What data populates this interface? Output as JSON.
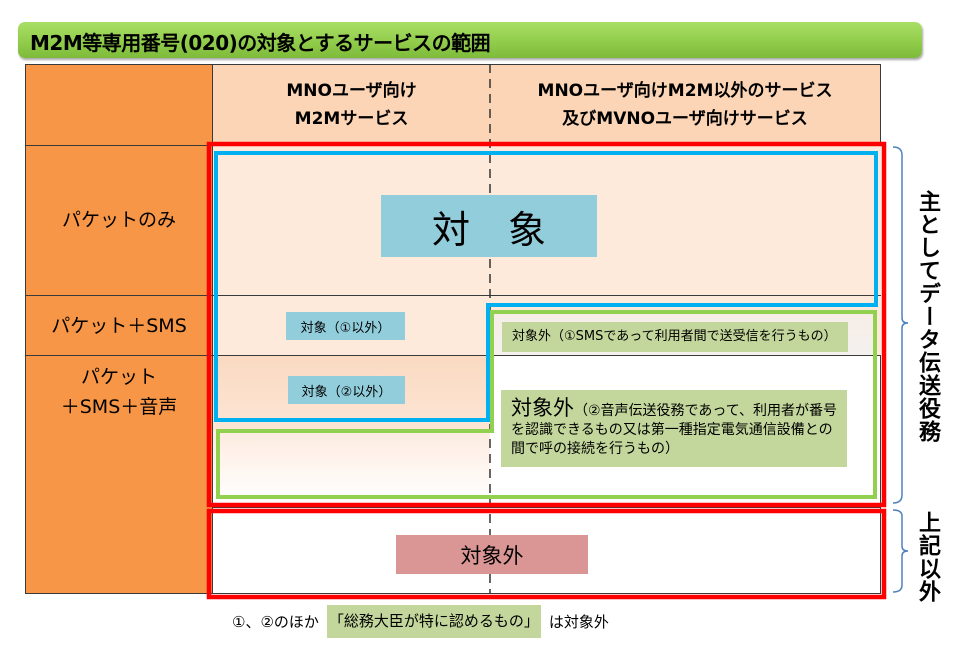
{
  "title": "M2M等専用番号(020)の対象とするサービスの範囲",
  "columns": [
    {
      "line1": "MNOユーザ向け",
      "line2": "M2Mサービス"
    },
    {
      "line1": "MNOユーザ向けM2M以外のサービス",
      "line2": "及びMVNOユーザ向けサービス"
    }
  ],
  "rows": [
    {
      "label": "パケットのみ"
    },
    {
      "label": "パケット＋SMS"
    },
    {
      "label_line1": "パケット",
      "label_line2": "＋SMS＋音声"
    }
  ],
  "cells": {
    "target_main": "対　象",
    "target_except_1": "対象（①以外）",
    "target_except_2": "対象（②以外）",
    "excluded_sms": "対象外（①SMSであって利用者間で送受信を行うもの）",
    "excluded_voice_head": "対象外",
    "excluded_voice_body": "（②音声伝送役務であって、利用者が番号を認識できるもの又は第一種指定電気通信設備との間で呼の接続を行うもの）",
    "excluded_other": "対象外"
  },
  "braces": {
    "upper_label": "主としてデータ伝送役務",
    "lower_label": "上記以外"
  },
  "footnote": {
    "prefix": "①、②のほか",
    "highlight": "「総務大臣が特に認めるもの」",
    "suffix": "は対象外"
  },
  "colors": {
    "title_green": "#8fcb49",
    "row_header_orange": "#f79646",
    "column_header_peach": "#fbd5b5",
    "cell_peach": "#fdeada",
    "target_blue_outline": "#00b0f0",
    "target_box_blue": "#92cddc",
    "excluded_green_outline": "#92d050",
    "excluded_box_green": "#c3d69b",
    "scope_red_outline": "#ff0000",
    "excluded_box_pink": "#d99694",
    "brace_blue": "#4f81bd"
  }
}
